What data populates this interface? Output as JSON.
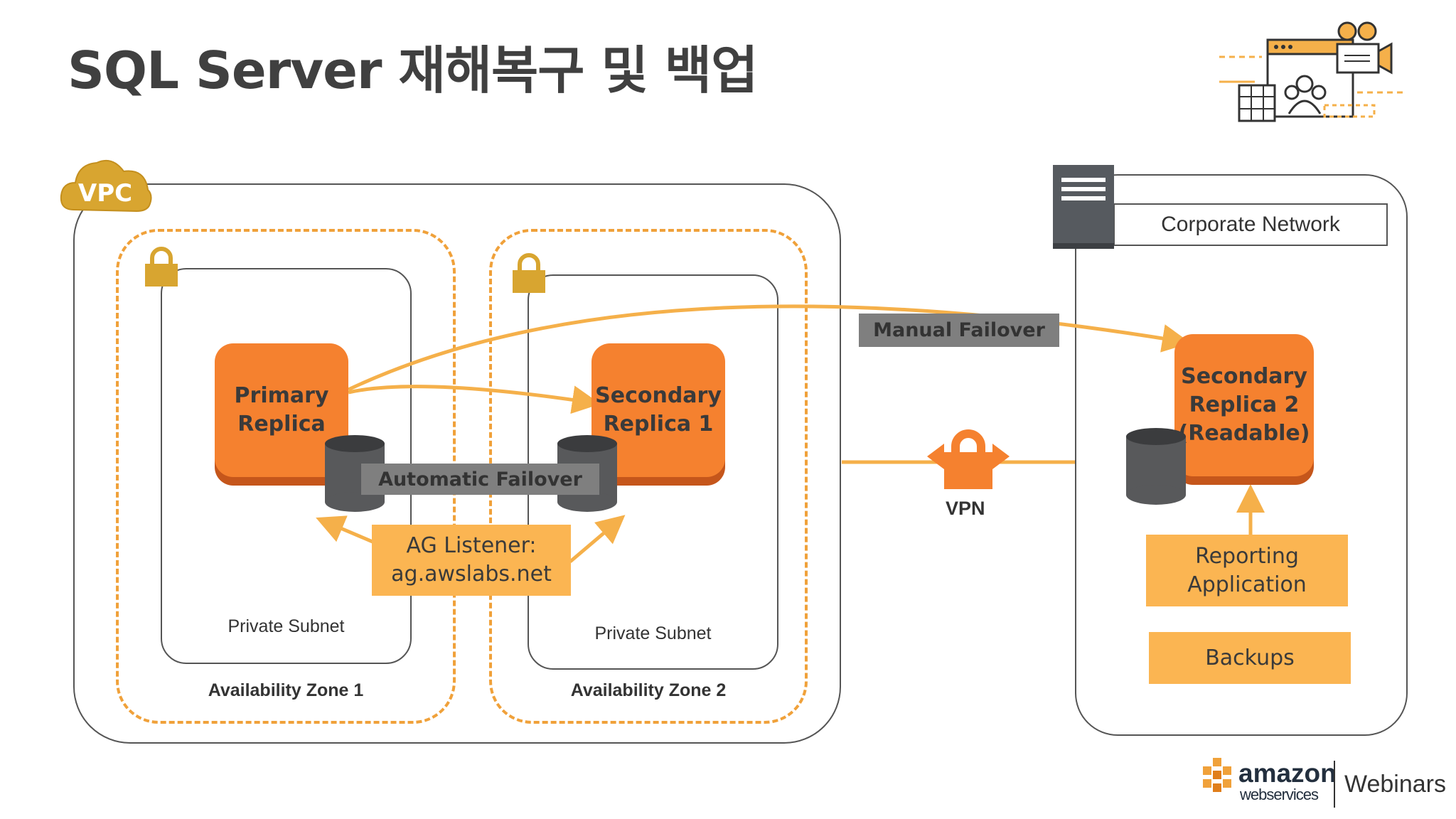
{
  "title": "SQL Server 재해복구 및 백업",
  "vpc": {
    "badge": "VPC"
  },
  "zones": [
    {
      "label": "Availability Zone 1",
      "subnet": "Private Subnet"
    },
    {
      "label": "Availability Zone 2",
      "subnet": "Private Subnet"
    }
  ],
  "replicas": {
    "primary": "Primary\nReplica",
    "secondary1": "Secondary\nReplica 1",
    "secondary2": "Secondary\nReplica 2\n(Readable)"
  },
  "labels": {
    "automatic_failover": "Automatic Failover",
    "manual_failover": "Manual Failover",
    "vpn": "VPN",
    "ag_listener": "AG Listener:\nag.awslabs.net",
    "corporate_network": "Corporate Network",
    "reporting_application": "Reporting\nApplication",
    "backups": "Backups"
  },
  "branding": {
    "amazon": "amazon",
    "webservices": "webservices",
    "webinars": "Webinars"
  },
  "colors": {
    "orange": "#f5812f",
    "yellow": "#fbb552",
    "arrow": "#f5b04a",
    "grey": "#7f7f7f",
    "text": "#404040"
  }
}
